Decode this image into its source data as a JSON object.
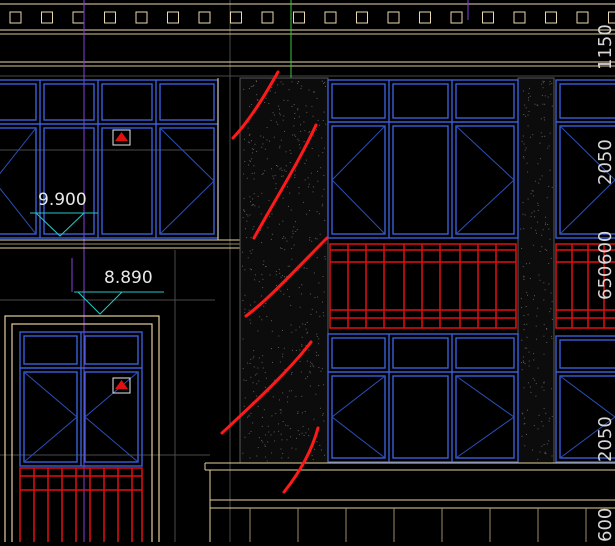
{
  "viewport": {
    "label": "CAD drawing viewport"
  },
  "colors": {
    "background": "#000000",
    "window_frame": "#3a5fd6",
    "window_diagonal": "#2c4fb8",
    "railing": "#e01010",
    "cornice": "#e8d9b0",
    "frame_tan": "#e4cf98",
    "wall_gray": "#5a5a5a",
    "level_marker": "#27c6c6",
    "level_text": "#e8e8e8",
    "axis_violet": "#8a40e0",
    "axis_green": "#3ec43e",
    "dimension_text": "#d8d8d8",
    "redline": "#ff1a1a",
    "column_hatch": "#0c0c0c",
    "symbol_red": "#e01010"
  },
  "elevations": [
    {
      "label": "9.900"
    },
    {
      "label": "8.890"
    }
  ],
  "dimensions": [
    {
      "label": "1150"
    },
    {
      "label": "2050"
    },
    {
      "label": "650"
    },
    {
      "label": "600"
    },
    {
      "label": "2050"
    },
    {
      "label": "600"
    }
  ]
}
